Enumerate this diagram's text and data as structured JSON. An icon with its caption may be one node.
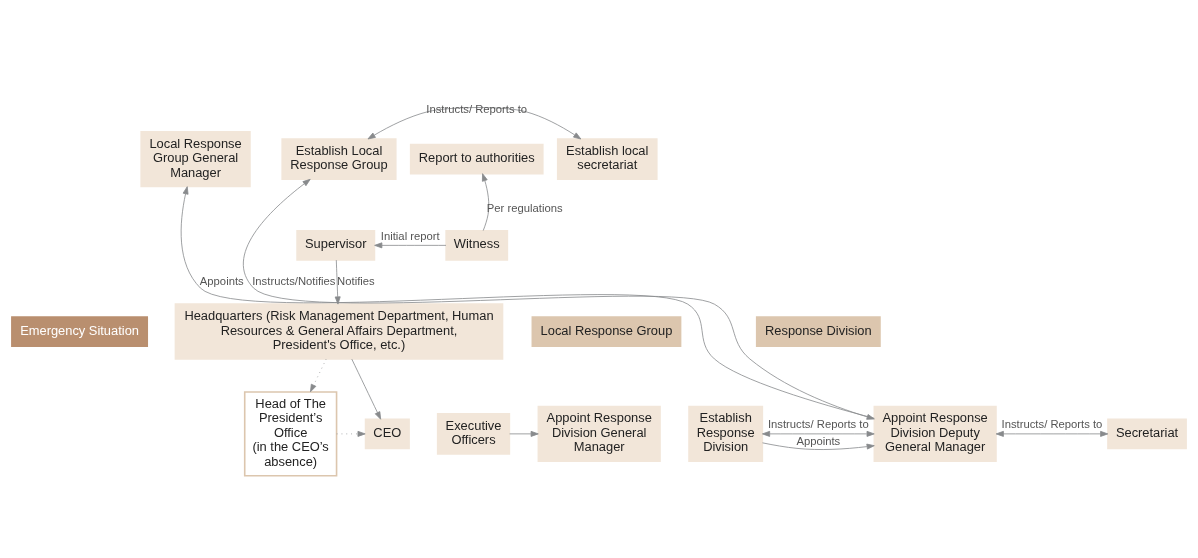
{
  "diagram": {
    "nodes": [
      {
        "text": [
          "Emergency Situation"
        ]
      },
      {
        "text": [
          "Report to authorities"
        ]
      },
      {
        "text": [
          "Witness"
        ]
      },
      {
        "text": [
          "Supervisor"
        ]
      },
      {
        "text": [
          "Headquarters (Risk Management Department, Human Resources & General Affairs Department, President's Office, etc.)"
        ]
      },
      {
        "text": [
          "Head of The President’s Office",
          "(in the CEO’s absence)"
        ]
      },
      {
        "text": [
          "CEO"
        ]
      },
      {
        "text": [
          "Executive Officers"
        ]
      },
      {
        "text": [
          "Appoint Response Division General Manager"
        ]
      },
      {
        "text": [
          "Establish Response Division"
        ]
      },
      {
        "text": [
          "Local Response Group General Manager"
        ]
      },
      {
        "text": [
          "Establish Local Response Group"
        ]
      },
      {
        "text": [
          "Establish local secretariat"
        ]
      },
      {
        "text": [
          "Appoint Response Division Deputy General Manager"
        ]
      },
      {
        "text": [
          "Secretariat"
        ]
      },
      {
        "text": [
          "Local Response Group"
        ]
      },
      {
        "text": [
          "Response Division"
        ]
      }
    ],
    "edges": [
      {
        "from": 2,
        "to": 3,
        "arrow": "to",
        "label": "Initial report"
      },
      {
        "from": 2,
        "to": 1,
        "arrow": "to",
        "label": "Per regulations"
      },
      {
        "from": 3,
        "to": 4,
        "arrow": "to",
        "label": "Notifies"
      },
      {
        "from": 4,
        "to": 6,
        "arrow": "to"
      },
      {
        "from": 4,
        "to": 5,
        "arrow": "to",
        "style": "dashed"
      },
      {
        "from": 5,
        "to": 6,
        "arrow": "to",
        "style": "dashed"
      },
      {
        "from": 7,
        "to": 8,
        "arrow": "to"
      },
      {
        "from": 9,
        "to": 13,
        "arrow": "to",
        "label": "Appoints"
      },
      {
        "from": 9,
        "to": 13,
        "arrow": "both",
        "label": "Instructs/ Reports to"
      },
      {
        "from": 13,
        "to": 10,
        "arrow": "to",
        "label": "Appoints"
      },
      {
        "from": 13,
        "to": 11,
        "arrow": "both",
        "label": "Instructs/Notifies"
      },
      {
        "from": 11,
        "to": 12,
        "arrow": "both",
        "label": "Instructs/ Reports to"
      },
      {
        "from": 13,
        "to": 14,
        "arrow": "both",
        "label": "Instructs/ Reports to"
      }
    ]
  }
}
